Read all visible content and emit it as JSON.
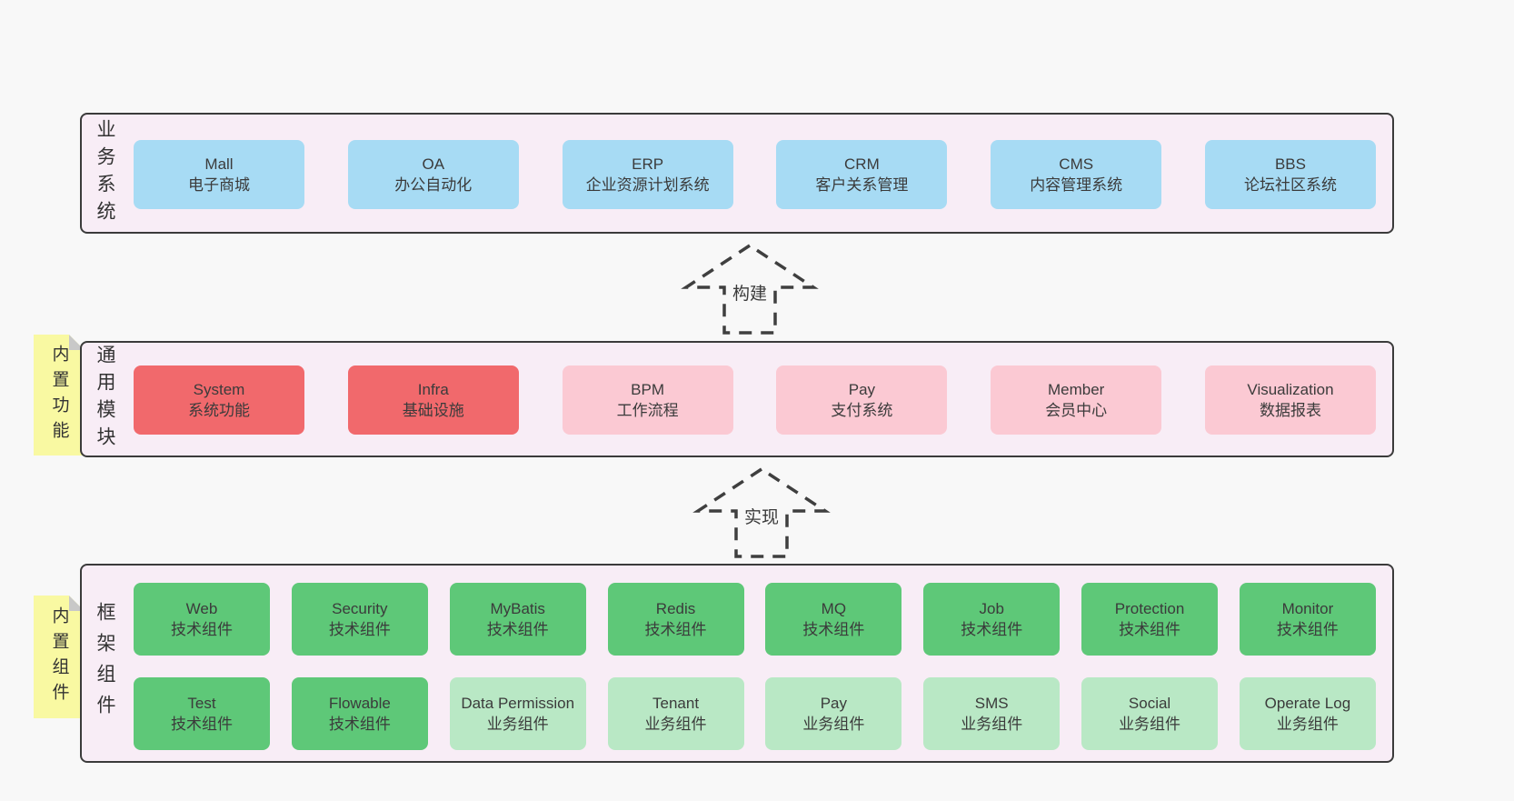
{
  "colors": {
    "page_bg": "#f8f8f8",
    "layer_bg": "#f8edf6",
    "layer_border": "#3b3b3b",
    "business_box": "#a7dbf4",
    "core_module_box": "#f1696c",
    "optional_module_box": "#fbc9d3",
    "tech_component_box": "#5ec878",
    "biz_component_box": "#b9e8c5",
    "sticky_note": "#f9f9a2",
    "sticky_fold": "#c8c8c8",
    "arrow_line": "#3f3f3f",
    "text": "#3b3b3b"
  },
  "layers": {
    "business": {
      "label": "业务系统",
      "items": [
        {
          "title": "Mall",
          "subtitle": "电子商城"
        },
        {
          "title": "OA",
          "subtitle": "办公自动化"
        },
        {
          "title": "ERP",
          "subtitle": "企业资源计划系统"
        },
        {
          "title": "CRM",
          "subtitle": "客户关系管理"
        },
        {
          "title": "CMS",
          "subtitle": "内容管理系统"
        },
        {
          "title": "BBS",
          "subtitle": "论坛社区系统"
        }
      ]
    },
    "modules": {
      "label": "通用模块",
      "sticky_note": "内置功能",
      "items": [
        {
          "title": "System",
          "subtitle": "系统功能",
          "variant": "red"
        },
        {
          "title": "Infra",
          "subtitle": "基础设施",
          "variant": "red"
        },
        {
          "title": "BPM",
          "subtitle": "工作流程",
          "variant": "pink"
        },
        {
          "title": "Pay",
          "subtitle": "支付系统",
          "variant": "pink"
        },
        {
          "title": "Member",
          "subtitle": "会员中心",
          "variant": "pink"
        },
        {
          "title": "Visualization",
          "subtitle": "数据报表",
          "variant": "pink"
        }
      ]
    },
    "components": {
      "label": "框架组件",
      "sticky_note": "内置组件",
      "row1": [
        {
          "title": "Web",
          "subtitle": "技术组件",
          "variant": "tech"
        },
        {
          "title": "Security",
          "subtitle": "技术组件",
          "variant": "tech"
        },
        {
          "title": "MyBatis",
          "subtitle": "技术组件",
          "variant": "tech"
        },
        {
          "title": "Redis",
          "subtitle": "技术组件",
          "variant": "tech"
        },
        {
          "title": "MQ",
          "subtitle": "技术组件",
          "variant": "tech"
        },
        {
          "title": "Job",
          "subtitle": "技术组件",
          "variant": "tech"
        },
        {
          "title": "Protection",
          "subtitle": "技术组件",
          "variant": "tech"
        },
        {
          "title": "Monitor",
          "subtitle": "技术组件",
          "variant": "tech"
        }
      ],
      "row2": [
        {
          "title": "Test",
          "subtitle": "技术组件",
          "variant": "tech"
        },
        {
          "title": "Flowable",
          "subtitle": "技术组件",
          "variant": "tech"
        },
        {
          "title": "Data Permission",
          "subtitle": "业务组件",
          "variant": "biz"
        },
        {
          "title": "Tenant",
          "subtitle": "业务组件",
          "variant": "biz"
        },
        {
          "title": "Pay",
          "subtitle": "业务组件",
          "variant": "biz"
        },
        {
          "title": "SMS",
          "subtitle": "业务组件",
          "variant": "biz"
        },
        {
          "title": "Social",
          "subtitle": "业务组件",
          "variant": "biz"
        },
        {
          "title": "Operate Log",
          "subtitle": "业务组件",
          "variant": "biz"
        }
      ]
    }
  },
  "arrows": {
    "build": {
      "label": "构建"
    },
    "implement": {
      "label": "实现"
    }
  }
}
